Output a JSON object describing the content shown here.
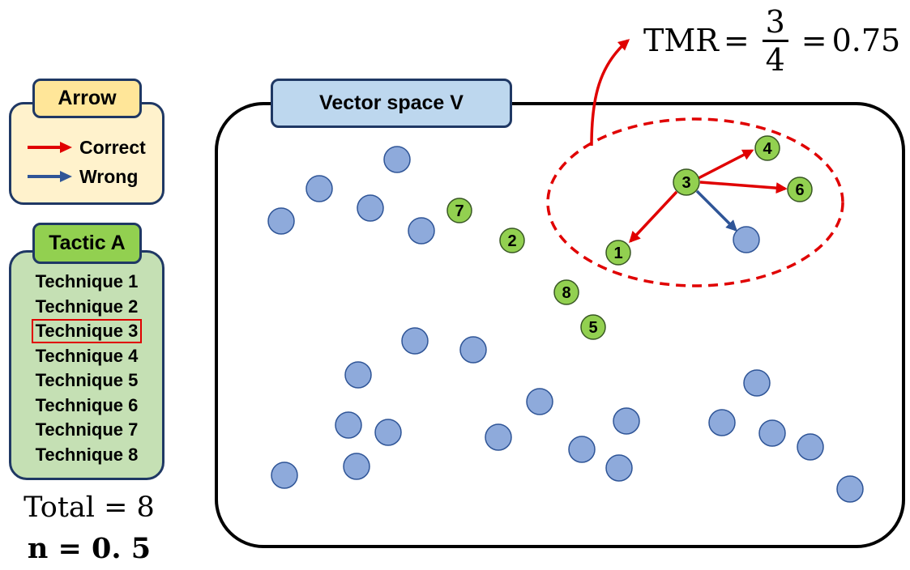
{
  "legend": {
    "title": "Arrow",
    "correct_label": "Correct",
    "wrong_label": "Wrong",
    "correct_color": "#e00000",
    "wrong_color": "#2f5597"
  },
  "tactic": {
    "title": "Tactic A",
    "techniques": [
      "Technique 1",
      "Technique 2",
      "Technique 3",
      "Technique 4",
      "Technique 5",
      "Technique 6",
      "Technique 7",
      "Technique 8"
    ],
    "selected": "Technique 3"
  },
  "totals": {
    "total": "Total = 8",
    "n": "n = 0. 5"
  },
  "vector_space": {
    "title": "Vector space V",
    "technique_nodes": [
      "1",
      "2",
      "3",
      "4",
      "5",
      "6",
      "7",
      "8"
    ],
    "query_node": "3",
    "correct_links": [
      "4",
      "6",
      "1"
    ],
    "wrong_link_count": 1,
    "technique_node_color": "#92d050",
    "other_node_color": "#8eaadb"
  },
  "tmr": {
    "label": "TMR",
    "eq": "=",
    "numerator": "3",
    "denominator": "4",
    "value": "0.75"
  }
}
